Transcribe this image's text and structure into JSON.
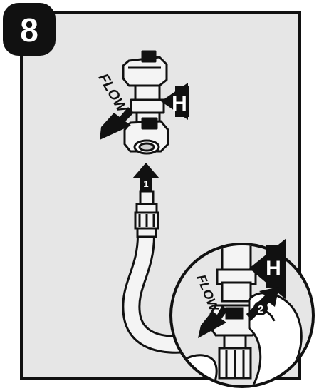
{
  "step": {
    "number": "8"
  },
  "main": {
    "flow_label": "FLOW",
    "valve_tag": "H",
    "arrow_step": "1"
  },
  "inset": {
    "flow_label": "FLOW",
    "valve_tag": "H",
    "arrow_step": "2"
  },
  "colors": {
    "panel": "#e6e6e6",
    "ink": "#111111",
    "metal": "#f4f4f4",
    "white": "#ffffff"
  }
}
